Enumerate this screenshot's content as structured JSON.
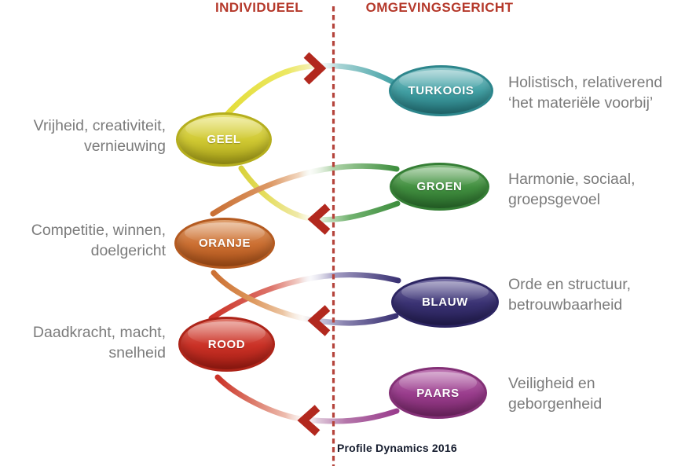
{
  "header": {
    "left_label": "INDIVIDUEEL",
    "right_label": "OMGEVINGSGERICHT"
  },
  "footer": {
    "credit": "Profile Dynamics 2016"
  },
  "palette": {
    "header_red": "#b5392b",
    "divider_red": "#b5443c",
    "chevron_red": "#b2281e",
    "description_gray": "#7b7b7b",
    "footer_dark": "#151c2e"
  },
  "levels": [
    {
      "id": "turkoois",
      "label": "TURKOOIS",
      "side": "right",
      "color": "#419fa3",
      "desc_line1": "Holistisch, relativerend",
      "desc_line2": "‘het materiële voorbij’"
    },
    {
      "id": "geel",
      "label": "GEEL",
      "side": "left",
      "color": "#cfc832",
      "desc_line1": "Vrijheid, creativiteit,",
      "desc_line2": "vernieuwing"
    },
    {
      "id": "groen",
      "label": "GROEN",
      "side": "right",
      "color": "#429040",
      "desc_line1": "Harmonie, sociaal,",
      "desc_line2": "groepsgevoel"
    },
    {
      "id": "oranje",
      "label": "ORANJE",
      "side": "left",
      "color": "#cc7033",
      "desc_line1": "Competitie, winnen,",
      "desc_line2": "doelgericht"
    },
    {
      "id": "blauw",
      "label": "BLAUW",
      "side": "right",
      "color": "#3b3374",
      "desc_line1": "Orde en structuur,",
      "desc_line2": "betrouwbaarheid"
    },
    {
      "id": "rood",
      "label": "ROOD",
      "side": "left",
      "color": "#cb3227",
      "desc_line1": "Daadkracht, macht,",
      "desc_line2": "snelheid"
    },
    {
      "id": "paars",
      "label": "PAARS",
      "side": "right",
      "color": "#9a3d8d",
      "desc_line1": "Veiligheid en",
      "desc_line2": "geborgenheid"
    }
  ],
  "arrows": [
    {
      "from": "paars",
      "to": "rood",
      "direction": "left"
    },
    {
      "from": "rood",
      "to": "blauw",
      "direction": "right"
    },
    {
      "from": "blauw",
      "to": "oranje",
      "direction": "left"
    },
    {
      "from": "oranje",
      "to": "groen",
      "direction": "right"
    },
    {
      "from": "groen",
      "to": "geel",
      "direction": "left"
    },
    {
      "from": "geel",
      "to": "turkoois",
      "direction": "right"
    }
  ]
}
